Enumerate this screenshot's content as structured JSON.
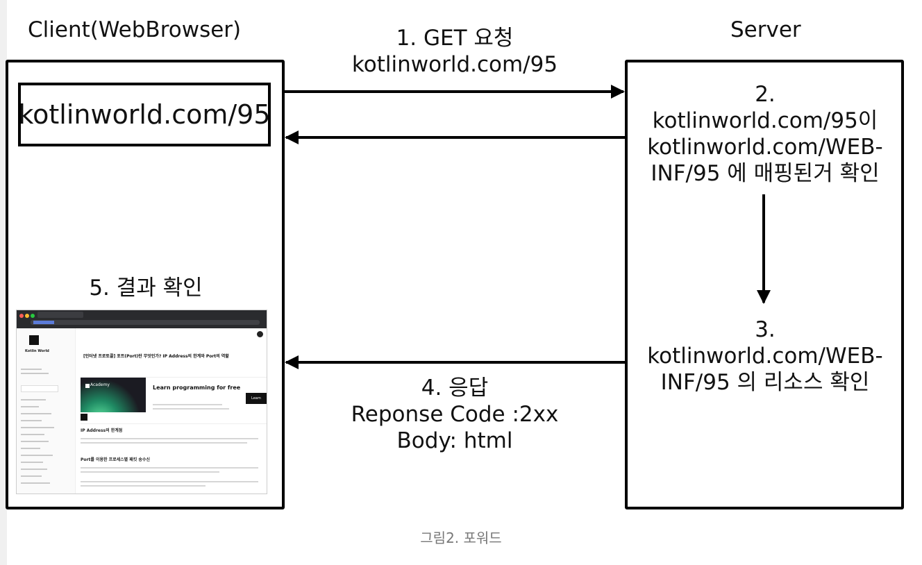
{
  "client": {
    "title": "Client(WebBrowser)",
    "url": "kotlinworld.com/95"
  },
  "server": {
    "title": "Server"
  },
  "steps": {
    "request": {
      "line1": "1. GET 요청",
      "line2": "kotlinworld.com/95"
    },
    "mapping": {
      "line1": "2.",
      "line2": "kotlinworld.com/95이",
      "line3": "kotlinworld.com/WEB-",
      "line4": "INF/95 에 매핑된거 확인"
    },
    "resource": {
      "line1": "3.",
      "line2": "kotlinworld.com/WEB-",
      "line3": "INF/95 의 리소스 확인"
    },
    "response": {
      "line1": "4. 응답",
      "line2": "Reponse Code :2xx",
      "line3": "Body: html"
    },
    "result": {
      "label": "5. 결과 확인"
    }
  },
  "screenshot": {
    "site_name": "Kotlin World",
    "post_title": "[인터넷 프로토콜] 포트(Port)란 무엇인가? IP Address의 한계와 Port의 역할",
    "ad_brand": "Academy",
    "ad_title": "Learn programming for free",
    "ad_button": "Learn",
    "section1": "IP Address의 한계점",
    "section2": "Port를 이용한 프로세스별 패킷 송수신"
  },
  "caption": "그림2. 포워드",
  "colors": {
    "stroke": "#000000",
    "caption": "#777777",
    "ad_accent": "#5fe3a0"
  }
}
